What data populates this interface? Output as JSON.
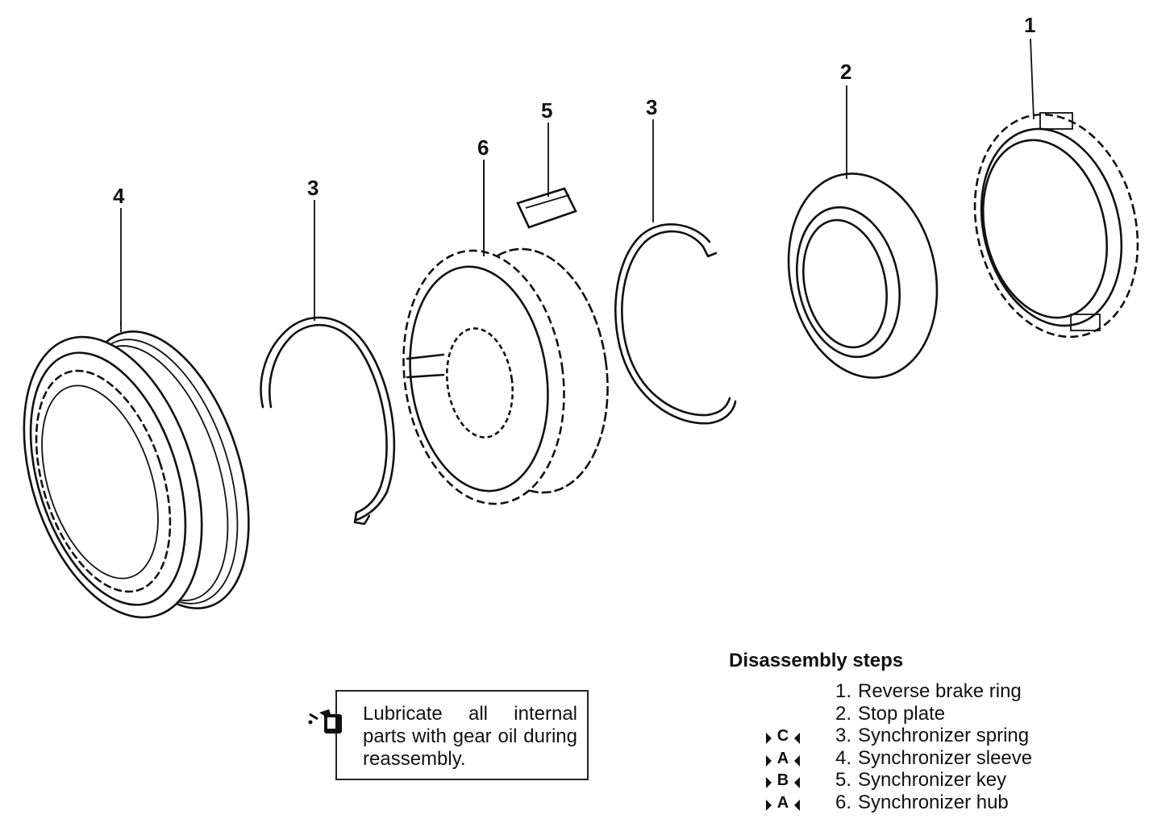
{
  "callouts": [
    {
      "id": "c1",
      "text": "1"
    },
    {
      "id": "c2",
      "text": "2"
    },
    {
      "id": "c3a",
      "text": "3"
    },
    {
      "id": "c3b",
      "text": "3"
    },
    {
      "id": "c4",
      "text": "4"
    },
    {
      "id": "c5",
      "text": "5"
    },
    {
      "id": "c6",
      "text": "6"
    }
  ],
  "note": {
    "text": "Lubricate all internal parts with gear oil during reassembly.",
    "icon": "oil-can-icon"
  },
  "steps": {
    "title": "Disassembly steps",
    "items": [
      {
        "badge": "",
        "number": "1.",
        "label": "Reverse brake ring"
      },
      {
        "badge": "",
        "number": "2.",
        "label": "Stop plate"
      },
      {
        "badge": "C",
        "number": "3.",
        "label": "Synchronizer spring"
      },
      {
        "badge": "A",
        "number": "4.",
        "label": "Synchronizer sleeve"
      },
      {
        "badge": "B",
        "number": "5.",
        "label": "Synchronizer key"
      },
      {
        "badge": "A",
        "number": "6.",
        "label": "Synchronizer hub"
      }
    ]
  }
}
